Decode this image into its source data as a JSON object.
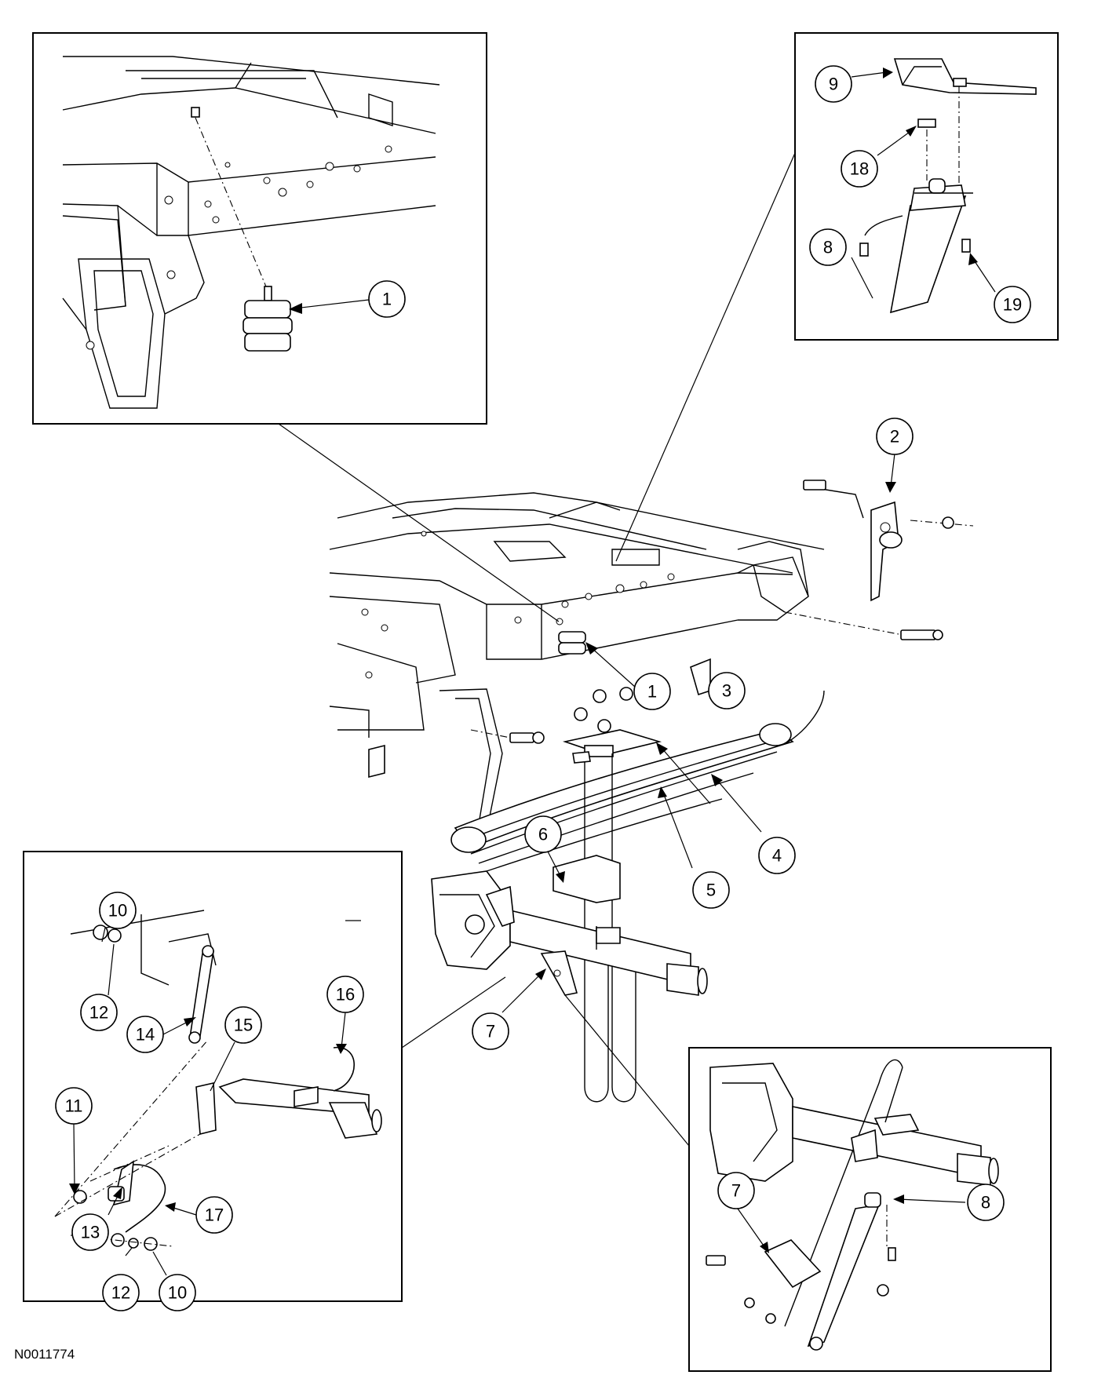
{
  "diagram": {
    "callouts": [
      {
        "id": "c1-inset",
        "label": "1"
      },
      {
        "id": "c1-main",
        "label": "1"
      },
      {
        "id": "c2",
        "label": "2"
      },
      {
        "id": "c3",
        "label": "3"
      },
      {
        "id": "c4",
        "label": "4"
      },
      {
        "id": "c5",
        "label": "5"
      },
      {
        "id": "c6",
        "label": "6"
      },
      {
        "id": "c7-main",
        "label": "7"
      },
      {
        "id": "c7-inset",
        "label": "7"
      },
      {
        "id": "c8-top",
        "label": "8"
      },
      {
        "id": "c8-bottom",
        "label": "8"
      },
      {
        "id": "c9",
        "label": "9"
      },
      {
        "id": "c10-top",
        "label": "10"
      },
      {
        "id": "c10-bottom",
        "label": "10"
      },
      {
        "id": "c11",
        "label": "11"
      },
      {
        "id": "c12-top",
        "label": "12"
      },
      {
        "id": "c12-bottom",
        "label": "12"
      },
      {
        "id": "c13",
        "label": "13"
      },
      {
        "id": "c14",
        "label": "14"
      },
      {
        "id": "c15",
        "label": "15"
      },
      {
        "id": "c16",
        "label": "16"
      },
      {
        "id": "c17",
        "label": "17"
      },
      {
        "id": "c18",
        "label": "18"
      },
      {
        "id": "c19",
        "label": "19"
      }
    ]
  },
  "footer": {
    "document_id": "N0011774"
  }
}
